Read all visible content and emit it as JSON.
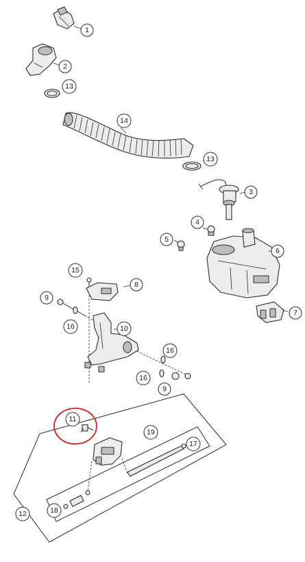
{
  "callouts": {
    "c1": "1",
    "c2": "2",
    "c13a": "13",
    "c14": "14",
    "c13b": "13",
    "c3": "3",
    "c4": "4",
    "c5": "5",
    "c6": "6",
    "c7": "7",
    "c15": "15",
    "c8": "8",
    "c9a": "9",
    "c16a": "16",
    "c10": "10",
    "c16b": "16",
    "c16c": "16",
    "c9b": "9",
    "c11": "11",
    "c19": "19",
    "c17": "17",
    "c18": "18",
    "c12": "12"
  },
  "colors": {
    "highlight": "#d81b1b",
    "line": "#2a2a2a"
  }
}
